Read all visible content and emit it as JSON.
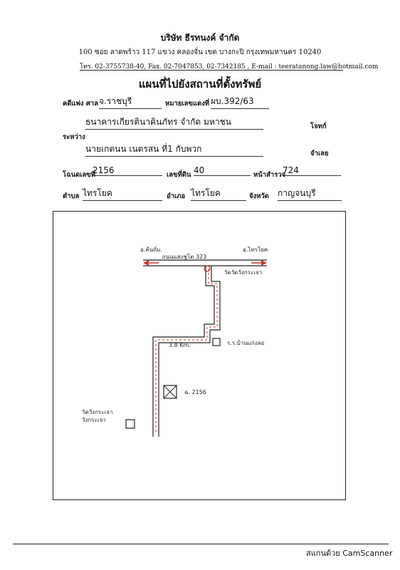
{
  "header": {
    "company": "บริษัท ธีรทนงค์ จำกัด",
    "address": "100 ซอย ลาดพร้าว 117 แขวง คลองจั่น เขต บางกะปิ กรุงเทพมหานคร 10240",
    "contact": "โทร. 02-3755738-40, Fax. 02-7047853, 02-7342185 , E-mail : teeratanong.law@hotmail.com"
  },
  "title": "แผนที่ไปยังสถานที่ตั้งทรัพย์",
  "case": {
    "court_label": "คดีแพ่ง ศาล",
    "court_value": "จ.ราชบุรี",
    "case_no_label": "หมายเลขแดงที่",
    "case_no_value": "ผบ.392/63",
    "plaintiff_value": "ธนาคารเกียรตินาคินภัทร จำกัด มหาชน",
    "plaintiff_label": "โจทก์",
    "between_label": "ระหว่าง",
    "defendant_value": "นายเกตนน เนตรสน ที่1 กับพวก",
    "defendant_label": "จำเลย"
  },
  "deed": {
    "deed_no_label": "โฉนดเลขที่",
    "deed_no_value": "2156",
    "land_no_label": "เลขที่ดิน",
    "land_no_value": "40",
    "survey_label": "หน้าสำรวจ",
    "survey_value": "724"
  },
  "location": {
    "subdistrict_label": "ตำบล",
    "subdistrict_value": "ไทรโยค",
    "district_label": "อำเภอ",
    "district_value": "ไทรโยค",
    "province_label": "จังหวัด",
    "province_value": "กาญจนบุรี"
  },
  "map": {
    "left_dir": "อ.ค้นถั่ม.",
    "right_dir": "อ.ไทรโยค",
    "road": "ถนนแสงชูโต 323",
    "temple": "วัดวัดวังกระเจา",
    "distance": "3.8 Km.",
    "school": "ร.ร.บ้านแก่งลอ",
    "plot": "ฉ. 2156",
    "other_temple_1": "วัดวังกระเจา",
    "other_temple_2": "วังกระเจา"
  },
  "footer": "สแกนด้วย CamScanner"
}
